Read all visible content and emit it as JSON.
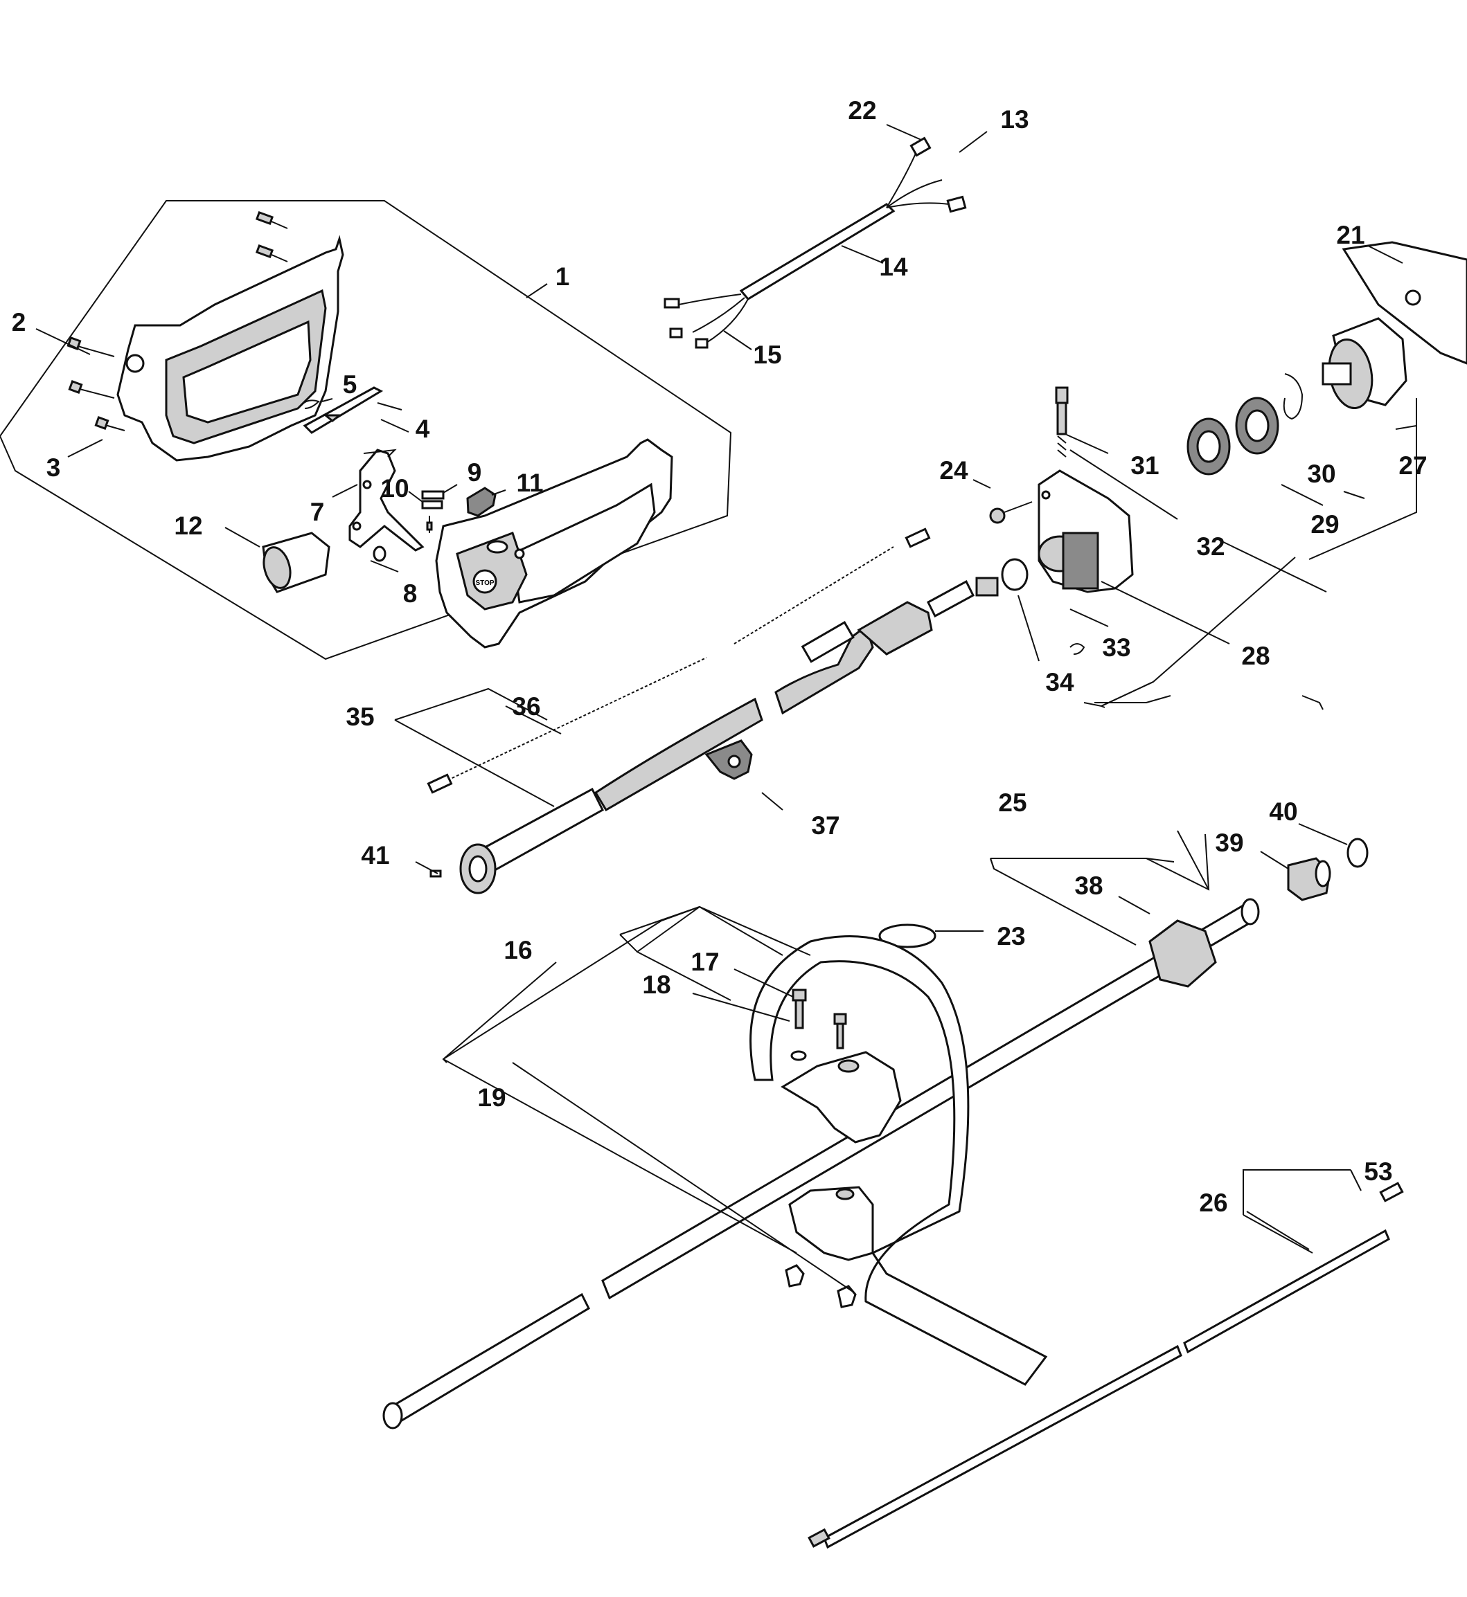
{
  "diagram": {
    "callouts": [
      {
        "id": "c1",
        "text": "1"
      },
      {
        "id": "c2",
        "text": "2"
      },
      {
        "id": "c3",
        "text": "3"
      },
      {
        "id": "c4",
        "text": "4"
      },
      {
        "id": "c5",
        "text": "5"
      },
      {
        "id": "c7",
        "text": "7"
      },
      {
        "id": "c8",
        "text": "8"
      },
      {
        "id": "c9",
        "text": "9"
      },
      {
        "id": "c10",
        "text": "10"
      },
      {
        "id": "c11",
        "text": "11"
      },
      {
        "id": "c12",
        "text": "12"
      },
      {
        "id": "c13",
        "text": "13"
      },
      {
        "id": "c14",
        "text": "14"
      },
      {
        "id": "c15",
        "text": "15"
      },
      {
        "id": "c16",
        "text": "16"
      },
      {
        "id": "c17",
        "text": "17"
      },
      {
        "id": "c18",
        "text": "18"
      },
      {
        "id": "c19",
        "text": "19"
      },
      {
        "id": "c21",
        "text": "21"
      },
      {
        "id": "c22",
        "text": "22"
      },
      {
        "id": "c23",
        "text": "23"
      },
      {
        "id": "c24",
        "text": "24"
      },
      {
        "id": "c25",
        "text": "25"
      },
      {
        "id": "c26",
        "text": "26"
      },
      {
        "id": "c27",
        "text": "27"
      },
      {
        "id": "c28",
        "text": "28"
      },
      {
        "id": "c29",
        "text": "29"
      },
      {
        "id": "c30",
        "text": "30"
      },
      {
        "id": "c31",
        "text": "31"
      },
      {
        "id": "c32",
        "text": "32"
      },
      {
        "id": "c33",
        "text": "33"
      },
      {
        "id": "c34",
        "text": "34"
      },
      {
        "id": "c35",
        "text": "35"
      },
      {
        "id": "c36",
        "text": "36"
      },
      {
        "id": "c37",
        "text": "37"
      },
      {
        "id": "c38",
        "text": "38"
      },
      {
        "id": "c39",
        "text": "39"
      },
      {
        "id": "c40",
        "text": "40"
      },
      {
        "id": "c41",
        "text": "41"
      },
      {
        "id": "c53",
        "text": "53"
      }
    ],
    "stop_switch_text": "STOP"
  }
}
